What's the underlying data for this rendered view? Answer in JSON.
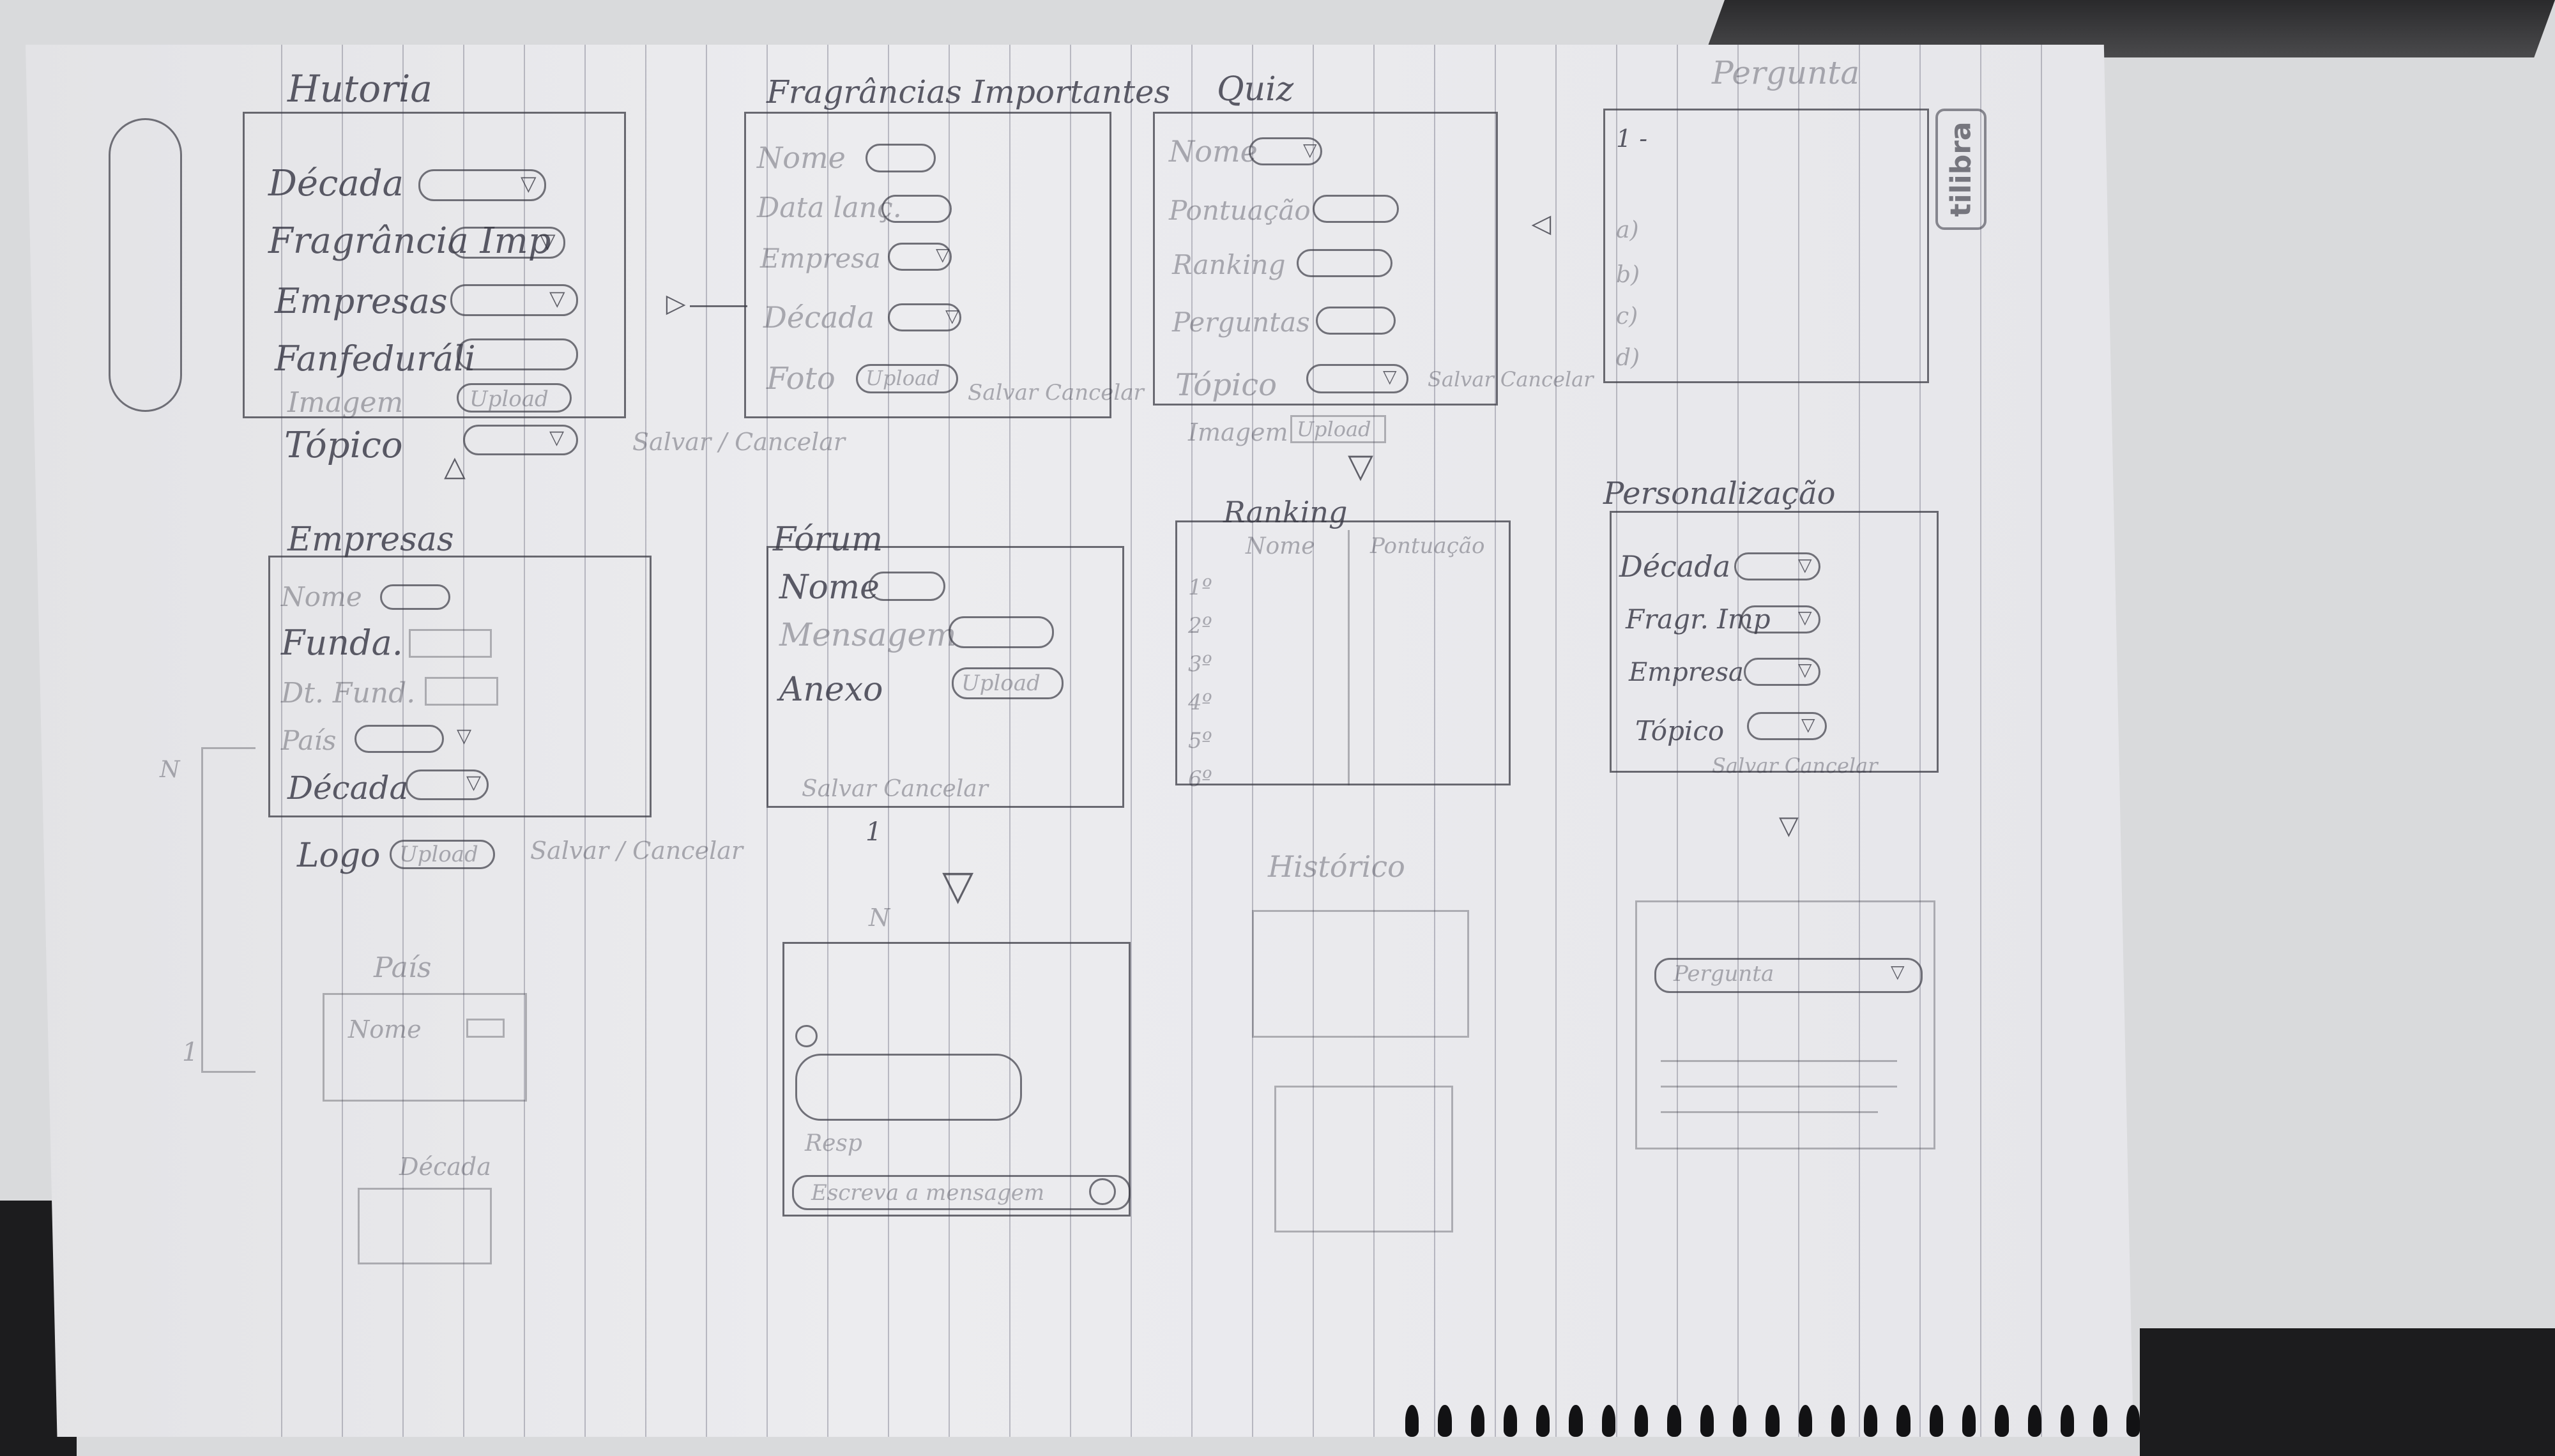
{
  "brand": "tilibra",
  "col1": {
    "title": "Hutoria",
    "fields": [
      "Década",
      "Fragrância Imp",
      "Empresas",
      "Fanfeduráli",
      "Imagem"
    ],
    "upload": "Upload",
    "topic": "Tópico",
    "save_cancel": "Salvar / Cancelar",
    "empresas": {
      "title": "Empresas",
      "fields": [
        "Nome",
        "Funda.",
        "Dt. Fund.",
        "País",
        "Década"
      ],
      "logo": "Logo",
      "upload": "Upload",
      "save_cancel": "Salvar / Cancelar"
    },
    "pais_title": "País",
    "pais_field": "Nome",
    "decada_title": "Década",
    "rel_n": "N",
    "rel_1": "1"
  },
  "col2": {
    "title": "Fragrâncias Importantes",
    "fields": [
      "Nome",
      "Data lanç.",
      "Empresa",
      "Década",
      "Foto"
    ],
    "upload": "Upload",
    "save_cancel": "Salvar Cancelar",
    "forum": {
      "title": "Fórum",
      "fields": [
        "Nome",
        "Mensagem",
        "Anexo"
      ],
      "upload": "Upload",
      "save_cancel": "Salvar Cancelar",
      "rel_1": "1",
      "rel_n": "N",
      "reply": "Resp",
      "send_placeholder": "Escreva a mensagem"
    }
  },
  "col3": {
    "title": "Quiz",
    "fields": [
      "Nome",
      "Pontuação",
      "Ranking",
      "Perguntas",
      "Tópico",
      "Imagem"
    ],
    "upload": "Upload",
    "save_cancel": "Salvar Cancelar",
    "ranking": {
      "title": "Ranking",
      "headers": [
        "Nome",
        "Pontuação"
      ],
      "rows": [
        "1º",
        "2º",
        "3º",
        "4º",
        "5º",
        "6º"
      ]
    },
    "history_title": "Histórico"
  },
  "col4": {
    "title": "Pergunta",
    "items": [
      "1 -",
      "a)",
      "b)",
      "c)",
      "d)"
    ],
    "personal": {
      "title": "Personalização",
      "fields": [
        "Década",
        "Fragr. Imp",
        "Empresa",
        "Tópico"
      ],
      "save_cancel": "Salvar Cancelar",
      "select": "Pergunta"
    }
  }
}
